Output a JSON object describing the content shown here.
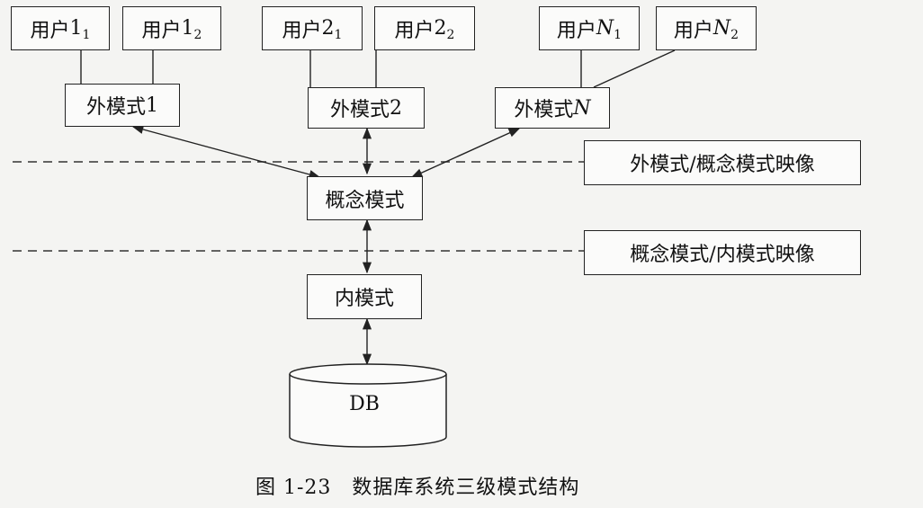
{
  "users": [
    {
      "prefix": "用户",
      "base": "1",
      "sub": "1"
    },
    {
      "prefix": "用户",
      "base": "1",
      "sub": "2"
    },
    {
      "prefix": "用户",
      "base": "2",
      "sub": "1"
    },
    {
      "prefix": "用户",
      "base": "2",
      "sub": "2"
    },
    {
      "prefix": "用户",
      "base": "N",
      "sub": "1"
    },
    {
      "prefix": "用户",
      "base": "N",
      "sub": "2"
    }
  ],
  "external_schemas": [
    {
      "prefix": "外模式",
      "suffix": "1"
    },
    {
      "prefix": "外模式",
      "suffix": "2"
    },
    {
      "prefix": "外模式",
      "suffix": "N"
    }
  ],
  "conceptual_schema": "概念模式",
  "internal_schema": "内模式",
  "database": "DB",
  "mappings": {
    "external_conceptual": "外模式/概念模式映像",
    "conceptual_internal": "概念模式/内模式映像"
  },
  "caption": "图 1-23　数据库系统三级模式结构"
}
